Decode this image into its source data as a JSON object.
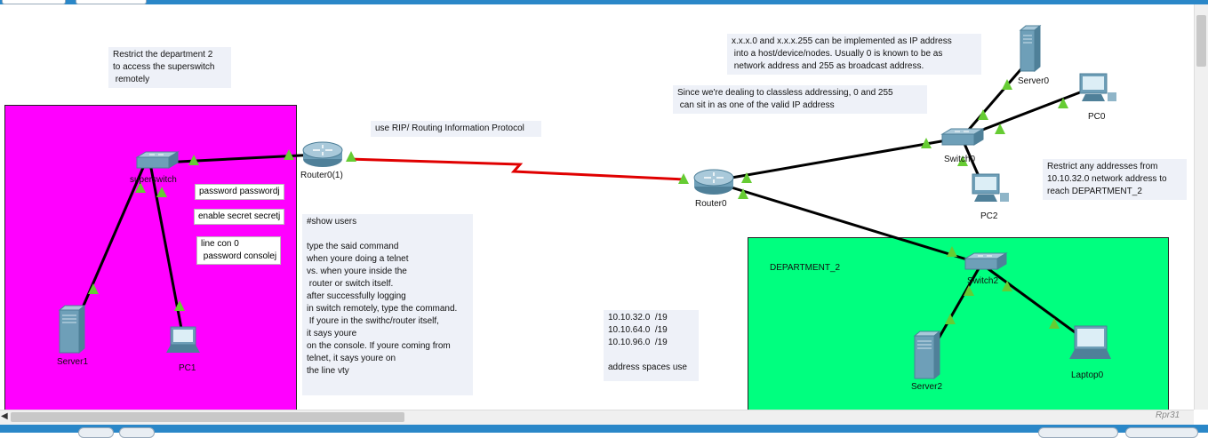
{
  "workspace": {
    "areas": [
      {
        "id": "department-1-area",
        "color": "#ff00ff",
        "label": ""
      },
      {
        "id": "department-2-area",
        "color": "#00ff7f",
        "label": "DEPARTMENT_2"
      }
    ]
  },
  "notes": {
    "restrict_dept2": "Restrict the department 2\nto access the superswitch\n remotely",
    "rip": "use RIP/ Routing Information Protocol",
    "xxx_address": "x.x.x.0 and x.x.x.255 can be implemented as IP address\n into a host/device/nodes. Usually 0 is known to be as\n network address and 255 as broadcast address.",
    "classless": "Since we're dealing to classless addressing, 0 and 255\n can sit in as one of the valid IP address",
    "restrict_any": "Restrict any addresses from\n10.10.32.0 network address to\nreach DEPARTMENT_2",
    "show_users": "#show users\n\ntype the said command\nwhen youre doing a telnet\nvs. when youre inside the\n router or switch itself.\nafter successfully logging\nin switch remotely, type the command.\n If youre in the swithc/router itself,\nit says youre\non the console. If youre coming from\ntelnet, it says youre on\nthe line vty",
    "address_spaces": "10.10.32.0  /19\n10.10.64.0  /19\n10.10.96.0  /19\n\naddress spaces use"
  },
  "config_boxes": {
    "password": "password passwordj",
    "enable_secret": "enable secret secretj",
    "line_con": "line con 0\n password consolej"
  },
  "devices": {
    "superswitch": {
      "label": "superswitch",
      "type": "switch"
    },
    "router0_1": {
      "label": "Router0(1)",
      "type": "router"
    },
    "router0": {
      "label": "Router0",
      "type": "router"
    },
    "switch0": {
      "label": "Switch0",
      "type": "switch"
    },
    "switch2": {
      "label": "Switch2",
      "type": "switch"
    },
    "server0": {
      "label": "Server0",
      "type": "server"
    },
    "server1": {
      "label": "Server1",
      "type": "server"
    },
    "server2": {
      "label": "Server2",
      "type": "server"
    },
    "pc0": {
      "label": "PC0",
      "type": "pc"
    },
    "pc1": {
      "label": "PC1",
      "type": "laptop"
    },
    "pc2": {
      "label": "PC2",
      "type": "pc"
    },
    "laptop0": {
      "label": "Laptop0",
      "type": "laptop"
    }
  },
  "colors": {
    "link": "#000000",
    "serial_link": "#e00000",
    "port_up": "#66cc33",
    "note_bg": "#eef1f8",
    "chrome": "#2a87c8"
  },
  "status": {
    "corner_text": "Rpr31"
  }
}
